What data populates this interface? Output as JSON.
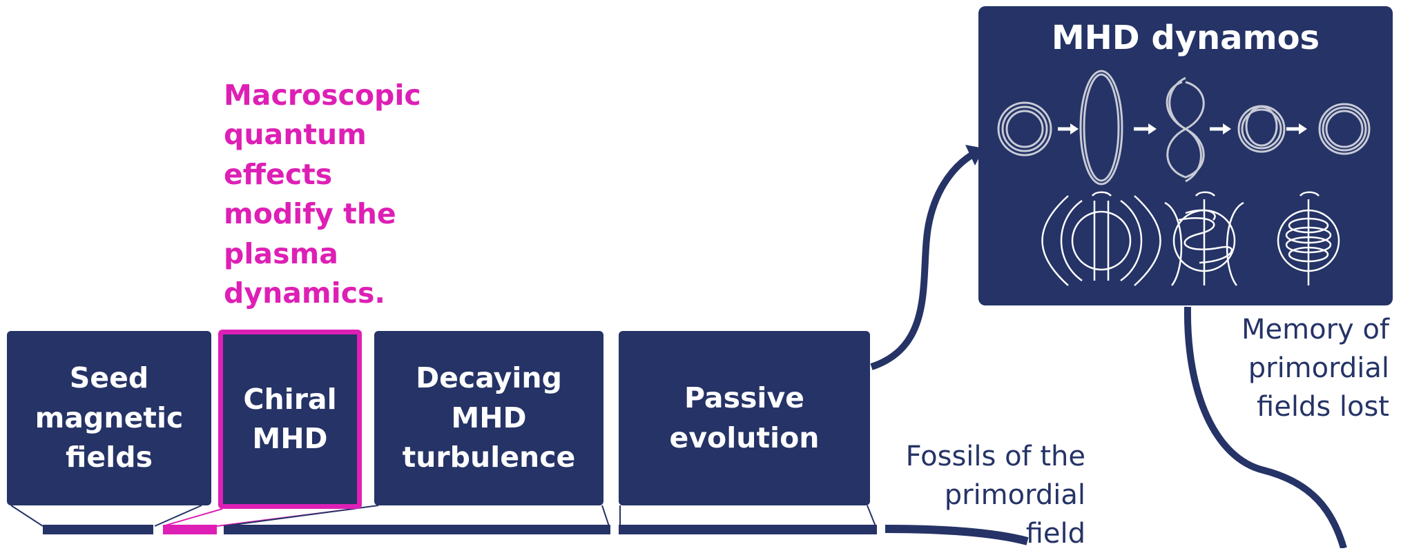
{
  "stages": [
    {
      "label": "Seed\nmagnetic\nfields"
    },
    {
      "label": "Chiral\nMHD"
    },
    {
      "label": "Decaying MHD\nturbulence"
    },
    {
      "label": "Passive\nevolution"
    }
  ],
  "magenta_note": "Macroscopic\nquantum\neffects\nmodify the\nplasma\ndynamics.",
  "dynamos": {
    "title": "MHD dynamos"
  },
  "notes": {
    "memory_lost": "Memory of\nprimordial\nfields lost",
    "fossils": "Fossils of the\nprimordial\nfield"
  },
  "colors": {
    "navy": "#253366",
    "magenta": "#de1fb5",
    "white": "#ffffff"
  }
}
